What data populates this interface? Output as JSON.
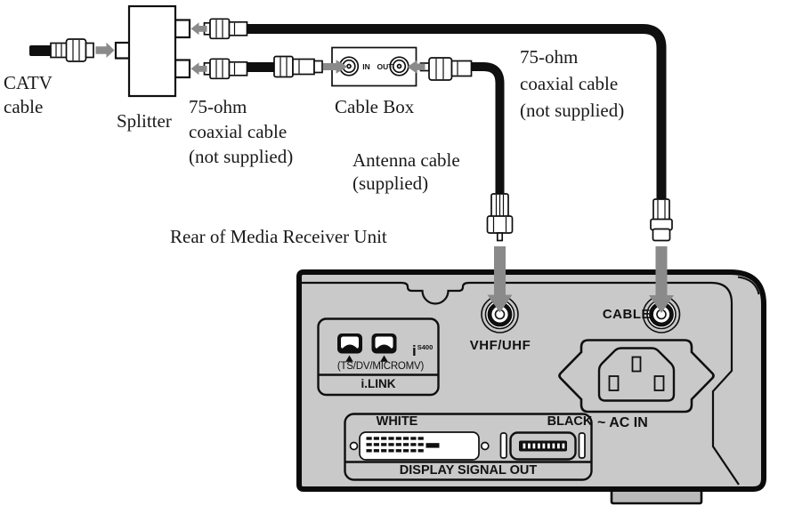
{
  "colors": {
    "panel_gray": "#c9c9c9",
    "foot_gray": "#b9b9b9",
    "arrow_gray": "#8a8a8a",
    "ink": "#0f0f0f"
  },
  "labels": {
    "catv": "CATV\ncable",
    "splitter": "Splitter",
    "coax_left": "75-ohm\ncoaxial cable\n(not supplied)",
    "cable_box": "Cable Box",
    "antenna": "Antenna cable\n(supplied)",
    "coax_right": "75-ohm\ncoaxial cable\n(not supplied)",
    "rear": "Rear of Media Receiver Unit"
  },
  "cable_box": {
    "in": "IN",
    "out": "OUT"
  },
  "receiver": {
    "vhf_uhf": "VHF/UHF",
    "cable_port": "CABLE",
    "ilink": {
      "note": "(TS/DV/MICROMV)",
      "label": "i.LINK",
      "logo_i": "i",
      "logo_s400": "S400"
    },
    "ac_in": "~ AC IN",
    "display_out": {
      "white": "WHITE",
      "black": "BLACK",
      "label": "DISPLAY SIGNAL OUT"
    }
  }
}
